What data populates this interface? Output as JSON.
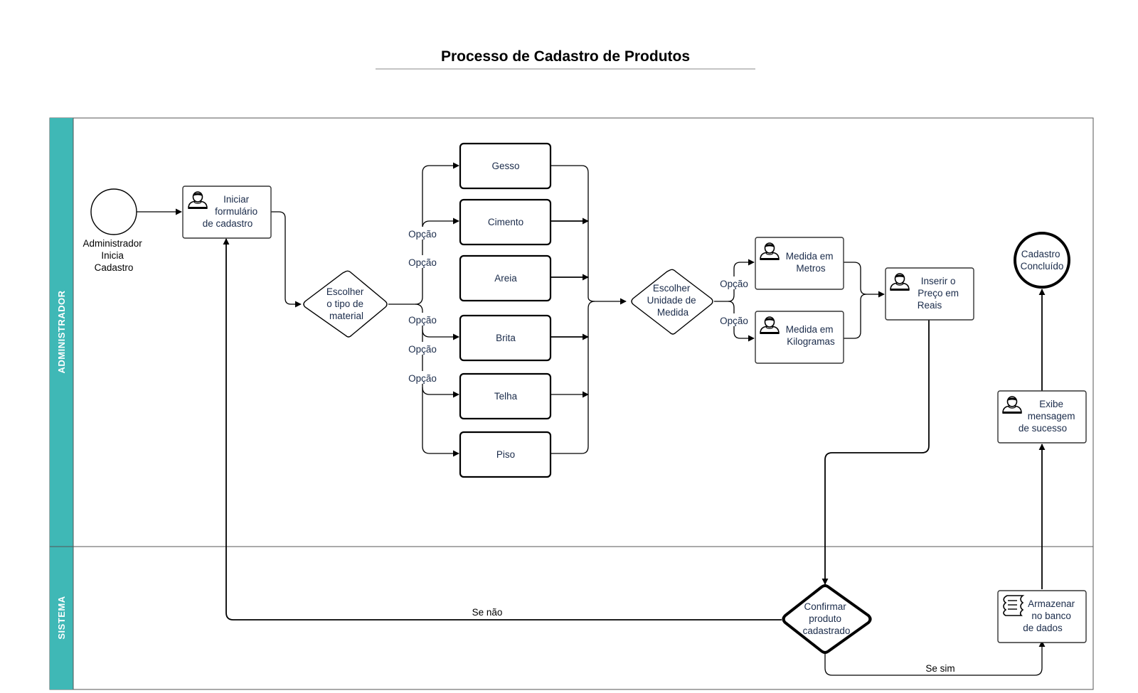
{
  "title": "Processo de Cadastro de Produtos",
  "lanes": [
    {
      "label": "ADMINISTRADOR"
    },
    {
      "label": "SISTEMA"
    }
  ],
  "colors": {
    "lane_header": "#3fb8b6",
    "text_dark": "#1a2b4a",
    "line": "#000000"
  },
  "nodes": {
    "start": {
      "label": [
        "Administrador",
        "Inicia",
        "Cadastro"
      ]
    },
    "iniciar": {
      "label": [
        "Iniciar",
        "formulário",
        "de cadastro"
      ],
      "icon": "user-icon"
    },
    "escolher_material": {
      "label": [
        "Escolher",
        "o tipo de",
        "material"
      ]
    },
    "gesso": {
      "label": [
        "Gesso"
      ]
    },
    "cimento": {
      "label": [
        "Cimento"
      ]
    },
    "areia": {
      "label": [
        "Areia"
      ]
    },
    "brita": {
      "label": [
        "Brita"
      ]
    },
    "telha": {
      "label": [
        "Telha"
      ]
    },
    "piso": {
      "label": [
        "Piso"
      ]
    },
    "escolher_unidade": {
      "label": [
        "Escolher",
        "Unidade de",
        "Medida"
      ]
    },
    "metros": {
      "label": [
        "Medida em",
        "Metros"
      ],
      "icon": "user-icon"
    },
    "kilogramas": {
      "label": [
        "Medida em",
        "Kilogramas"
      ],
      "icon": "user-icon"
    },
    "preco": {
      "label": [
        "Inserir o",
        "Preço em",
        "Reais"
      ],
      "icon": "user-icon"
    },
    "concluido": {
      "label": [
        "Cadastro",
        "Concluído"
      ]
    },
    "exibe": {
      "label": [
        "Exibe",
        "mensagem",
        "de sucesso"
      ],
      "icon": "user-icon"
    },
    "confirmar": {
      "label": [
        "Confirmar",
        "produto",
        "cadastrado"
      ]
    },
    "armazenar": {
      "label": [
        "Armazenar",
        "no banco",
        "de dados"
      ],
      "icon": "script-icon"
    }
  },
  "edge_labels": {
    "opcao": "Opção",
    "se_nao": "Se não",
    "se_sim": "Se sim"
  }
}
